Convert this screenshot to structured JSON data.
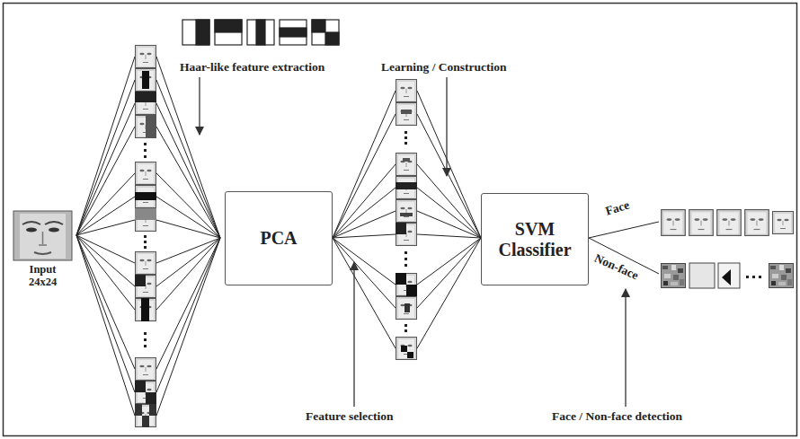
{
  "diagram": {
    "nodes": [
      {
        "text": [
          "Input 24x24"
        ]
      },
      {
        "text": [
          "PCA"
        ]
      },
      {
        "text": [
          "SVM Classifier"
        ]
      }
    ],
    "labels": [
      "Haar-like feature extraction",
      "Learning / Construction",
      "Feature selection",
      "Face / Non-face detection",
      "Face",
      "Non-face"
    ]
  }
}
